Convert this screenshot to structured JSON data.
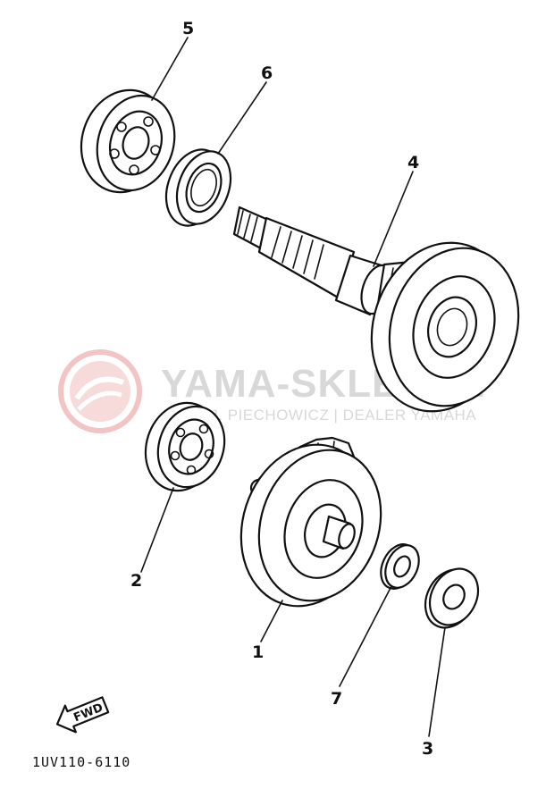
{
  "parts": [
    {
      "number": "1",
      "role": "gear"
    },
    {
      "number": "2",
      "role": "bearing"
    },
    {
      "number": "3",
      "role": "washer"
    },
    {
      "number": "4",
      "role": "shaft-gear"
    },
    {
      "number": "5",
      "role": "bearing"
    },
    {
      "number": "6",
      "role": "oil-seal"
    },
    {
      "number": "7",
      "role": "washer"
    }
  ],
  "direction_label": "FWD",
  "diagram_code": "1UV110-6110",
  "watermark": {
    "title": "YAMA-SKLEP.PL",
    "subtitle": "WOJ. PIECHOWICZ | DEALER YAMAHA",
    "color": "#d9d9d9",
    "logo_color": "#f4c9c9"
  }
}
